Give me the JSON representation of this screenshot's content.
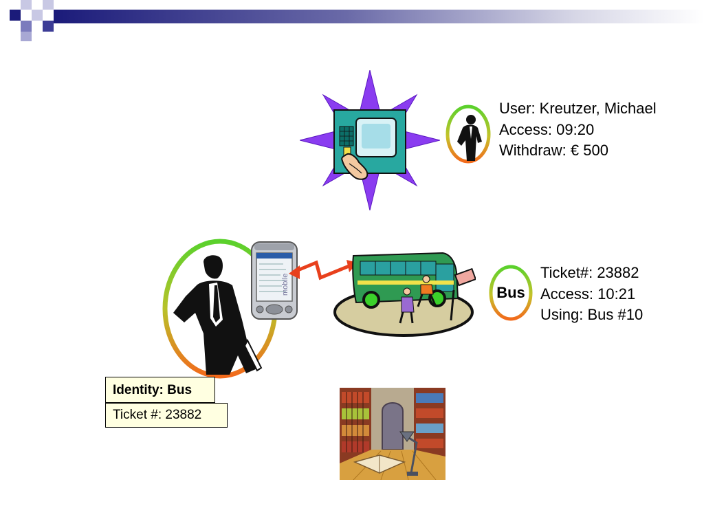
{
  "atm_info": {
    "line1": "User: Kreutzer, Michael",
    "line2": "Access: 09:20",
    "line3": "Withdraw: € 500"
  },
  "bus_info": {
    "badge": "Bus",
    "line1": "Ticket#: 23882",
    "line2": "Access: 10:21",
    "line3": "Using: Bus #10"
  },
  "identity_card": {
    "title": "Identity: Bus",
    "ticket": "Ticket #: 23882"
  },
  "pda": {
    "brand_text": "mobile"
  },
  "colors": {
    "ring_green": "#5ad12c",
    "ring_orange": "#f26a1b",
    "star_purple": "#8a3cf0",
    "signal_red": "#e8401c",
    "card_fill": "#ffffe1",
    "header_navy": "#1b1b7a"
  }
}
